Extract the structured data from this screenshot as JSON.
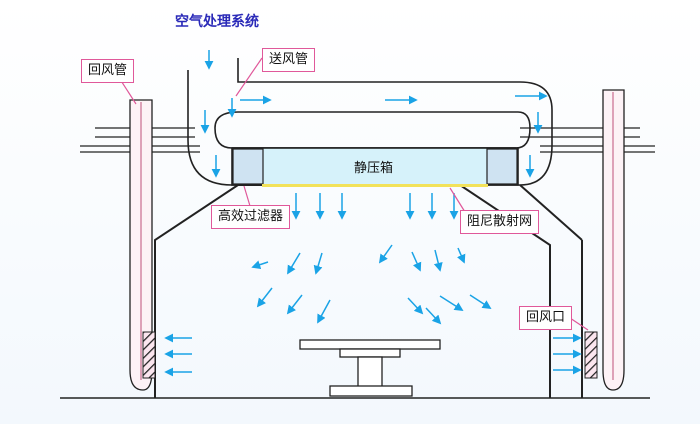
{
  "diagram": {
    "title": "空气处理系统",
    "labels": {
      "return_duct": "回风管",
      "supply_duct": "送风管",
      "plenum": "静压箱",
      "hepa_filter": "高效过滤器",
      "damper_mesh": "阻尼散射网",
      "return_outlet": "回风口"
    },
    "colors": {
      "arrow": "#1aa3e6",
      "callout_border": "#e0589a",
      "duct_line": "#1a1a1a",
      "title": "#2a2ab8",
      "plenum_fill": "#d6f2fa",
      "filter_fill": "#cfe3f2",
      "mesh": "#f2e25a"
    }
  }
}
